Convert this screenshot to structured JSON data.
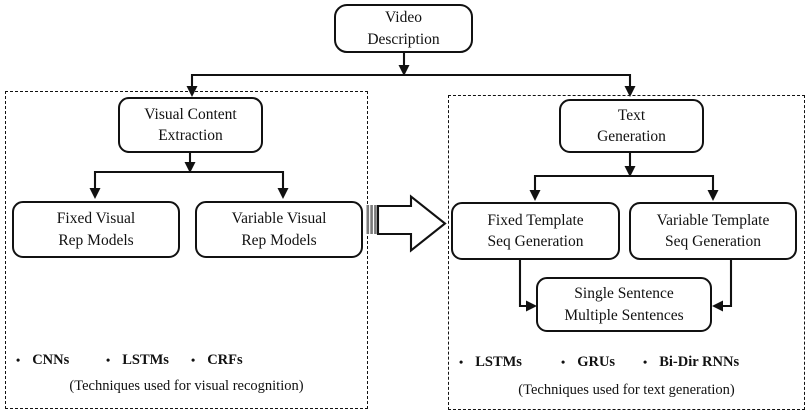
{
  "root_node": {
    "line1": "Video",
    "line2": "Description"
  },
  "left_panel": {
    "header": {
      "line1": "Visual Content",
      "line2": "Extraction"
    },
    "children": [
      {
        "line1": "Fixed Visual",
        "line2": "Rep Models"
      },
      {
        "line1": "Variable Visual",
        "line2": "Rep Models"
      }
    ],
    "techniques": [
      {
        "label": "CNNs"
      },
      {
        "label": "LSTMs"
      },
      {
        "label": "CRFs"
      }
    ],
    "caption": "(Techniques used for visual recognition)"
  },
  "right_panel": {
    "header": {
      "line1": "Text",
      "line2": "Generation"
    },
    "children": [
      {
        "line1": "Fixed Template",
        "line2": "Seq Generation"
      },
      {
        "line1": "Variable Template",
        "line2": "Seq Generation"
      }
    ],
    "merge_node": {
      "line1": "Single Sentence",
      "line2": "Multiple Sentences"
    },
    "techniques": [
      {
        "label": "LSTMs"
      },
      {
        "label": "GRUs"
      },
      {
        "label": "Bi-Dir RNNs"
      }
    ],
    "caption": "(Techniques used for text generation)"
  },
  "bullet_glyph": "•",
  "colors": {
    "stroke": "#111111",
    "background": "#ffffff",
    "arrow_stripe": "#7a7a7a"
  }
}
